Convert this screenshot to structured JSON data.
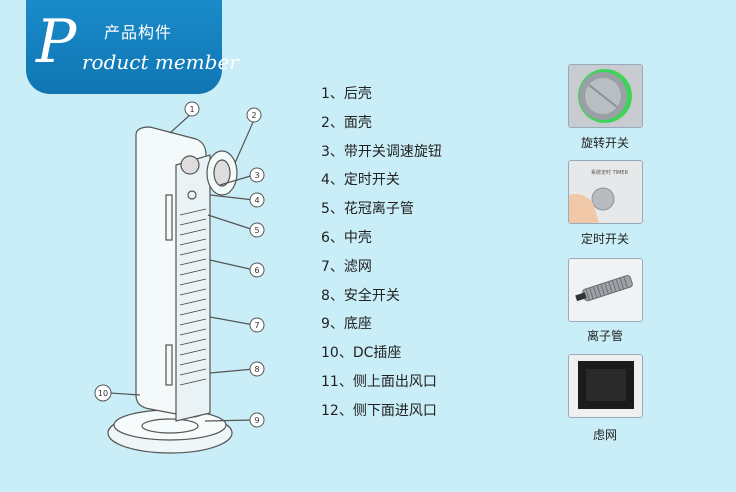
{
  "header": {
    "title_cn": "产品构件",
    "title_en_initial": "P",
    "title_en_rest": "roduct member"
  },
  "diagram": {
    "callouts": [
      "1",
      "2",
      "3",
      "4",
      "5",
      "6",
      "7",
      "8",
      "9",
      "10"
    ]
  },
  "parts": [
    "1、后壳",
    "2、面壳",
    "3、带开关调速旋钮",
    "4、定时开关",
    "5、花冠离子管",
    "6、中壳",
    "7、滤网",
    "8、安全开关",
    "9、底座",
    "10、DC插座",
    "11、侧上面出风口",
    "12、侧下面进风口"
  ],
  "thumbnails": [
    {
      "caption": "旋转开关",
      "icon": "rotary-switch-icon"
    },
    {
      "caption": "定时开关",
      "icon": "timer-switch-icon",
      "panel_text": "系统定时  TIMER"
    },
    {
      "caption": "离子管",
      "icon": "ion-tube-icon"
    },
    {
      "caption": "虑网",
      "icon": "filter-net-icon"
    }
  ],
  "colors": {
    "background": "#c9eef7",
    "badge": "#1282c0",
    "accent_green": "#3fd35a"
  }
}
